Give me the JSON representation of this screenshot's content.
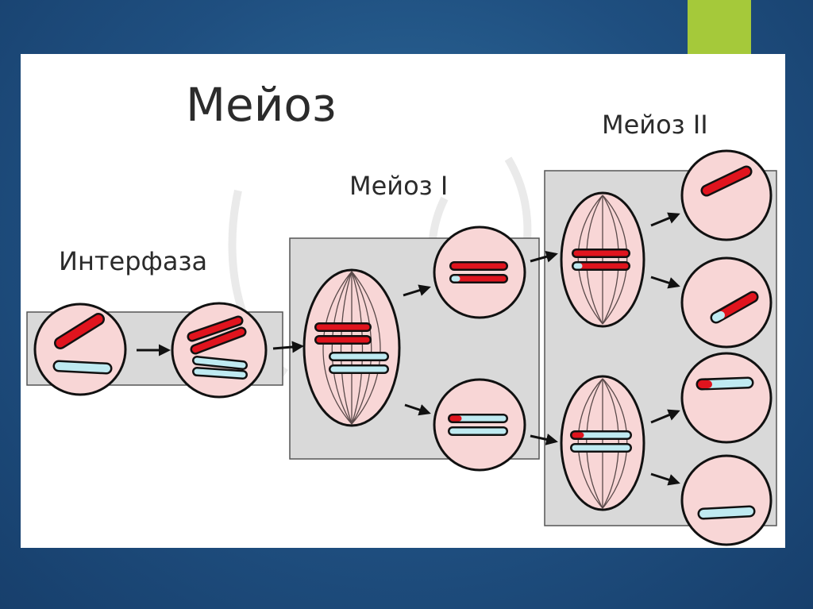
{
  "diagram": {
    "title": "Мейоз",
    "labels": {
      "interphase": "Интерфаза",
      "meiosis1": "Мейоз I",
      "meiosis2": "Мейоз II"
    }
  },
  "colors": {
    "background": "#1f4f80",
    "accent": "#a5c93a",
    "card": "#ffffff",
    "panel": "#d9d9d9",
    "cell_fill": "#f8d6d6",
    "chromosome_red": "#e0141e",
    "chromosome_blue": "#bfeaf1",
    "spindle": "#5a4a4a"
  }
}
